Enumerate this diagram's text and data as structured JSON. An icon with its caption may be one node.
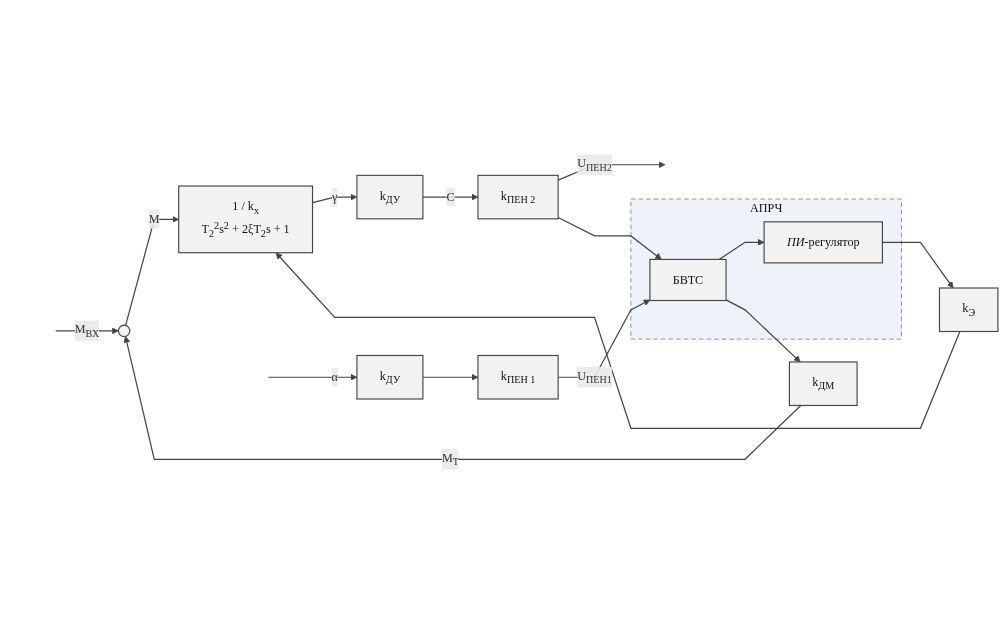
{
  "diagram": {
    "nodes": [
      {
        "text": [],
        "shape": "circle"
      },
      {
        "text": [
          "1 / k$_{x}$",
          "T$_{2}$$^{2}$s$^{2}$ + 2ξT$_{2}$s + 1"
        ]
      },
      {
        "text": [
          "k$_{ДУ}$"
        ]
      },
      {
        "text": [
          "k$_{ПЕН 2}$"
        ]
      },
      {
        "text": [
          "АПРЧ"
        ]
      },
      {
        "text": [
          "*ПИ*-регулятор"
        ],
        "in": 4
      },
      {
        "text": [
          "БВТС"
        ],
        "in": 4
      },
      {
        "text": [
          "k$_{Э}$"
        ]
      },
      {
        "text": [
          "k$_{ДМ}$"
        ]
      },
      {
        "text": [
          "k$_{ДУ}$"
        ]
      },
      {
        "text": [
          "k$_{ПЕН 1}$"
        ]
      }
    ],
    "edges": [
      {
        "from": null,
        "to": 0,
        "arrow": "to",
        "label": "M$_{ВХ}$"
      },
      {
        "from": 0,
        "to": 1,
        "arrow": "to",
        "label": "M"
      },
      {
        "from": 1,
        "to": 2,
        "arrow": "to",
        "label": "γ"
      },
      {
        "from": 2,
        "to": 3,
        "arrow": "to",
        "label": "C"
      },
      {
        "from": 3,
        "to": null,
        "arrow": "to",
        "label": "U$_{ПЕН2}$"
      },
      {
        "from": 3,
        "to": 6,
        "arrow": "to"
      },
      {
        "from": 6,
        "to": 5,
        "arrow": "to"
      },
      {
        "from": 5,
        "to": 7,
        "arrow": "to"
      },
      {
        "from": 7,
        "to": 1,
        "arrow": "to"
      },
      {
        "from": 6,
        "to": 8,
        "arrow": "to"
      },
      {
        "from": 8,
        "to": 0,
        "arrow": "to",
        "label": "M$_{Т}$"
      },
      {
        "from": null,
        "to": 9,
        "arrow": "to",
        "label": "α"
      },
      {
        "from": 9,
        "to": 10,
        "arrow": "to"
      },
      {
        "from": 10,
        "to": 6,
        "arrow": "to",
        "label": "U$_{ПЕН1}$"
      }
    ]
  }
}
